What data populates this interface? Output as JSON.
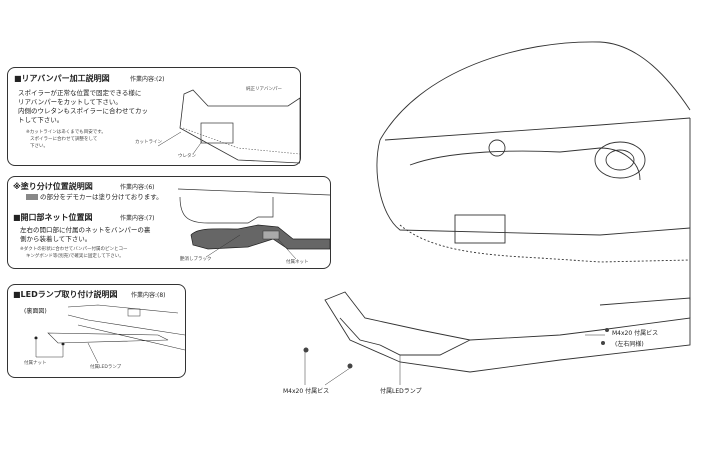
{
  "box1": {
    "title": "■リアバンパー加工説明図",
    "work": "作業内容:(2)",
    "body": [
      "スポイラーが正常な位置で固定できる様に",
      "リアバンパーをカットして下さい。",
      "内側のウレタンもスポイラーに合わせてカッ",
      "トして下さい。"
    ],
    "note": [
      "※カットラインはあくまでも目安です。",
      "スポイラーに合わせて調整をして",
      "下さい。"
    ],
    "labels": {
      "genuine": "純正リアバンパー",
      "cutline": "カットライン",
      "urethane": "ウレタン"
    }
  },
  "box2": {
    "title1": "※塗り分け位置説明図",
    "work1": "作業内容:(6)",
    "body1": "の部分をデモカーは塗り分けております。",
    "title2": "■開口部ネット位置図",
    "work2": "作業内容:(7)",
    "body2": [
      "左右の開口部に付属のネットをバンパーの裏",
      "側から装着して下さい。"
    ],
    "note": [
      "※ダクトの形状に合わせてバンパー付属のピンとコー",
      "キングボンド等(別売)で確実に固定して下さい。"
    ],
    "labels": {
      "black": "艶消しブラック",
      "net": "付属ネット"
    }
  },
  "box3": {
    "title": "■LEDランプ取り付け説明図",
    "work": "作業内容:(8)",
    "sub": "(裏面図)",
    "labels": {
      "nut": "付属ナット",
      "led": "付属LEDランプ"
    }
  },
  "main": {
    "screw_left": "M4x20 付属ビス",
    "led": "付属LEDランプ",
    "screw_right": "M4x20 付属ビス",
    "screw_right_note": "(左右同様)"
  }
}
